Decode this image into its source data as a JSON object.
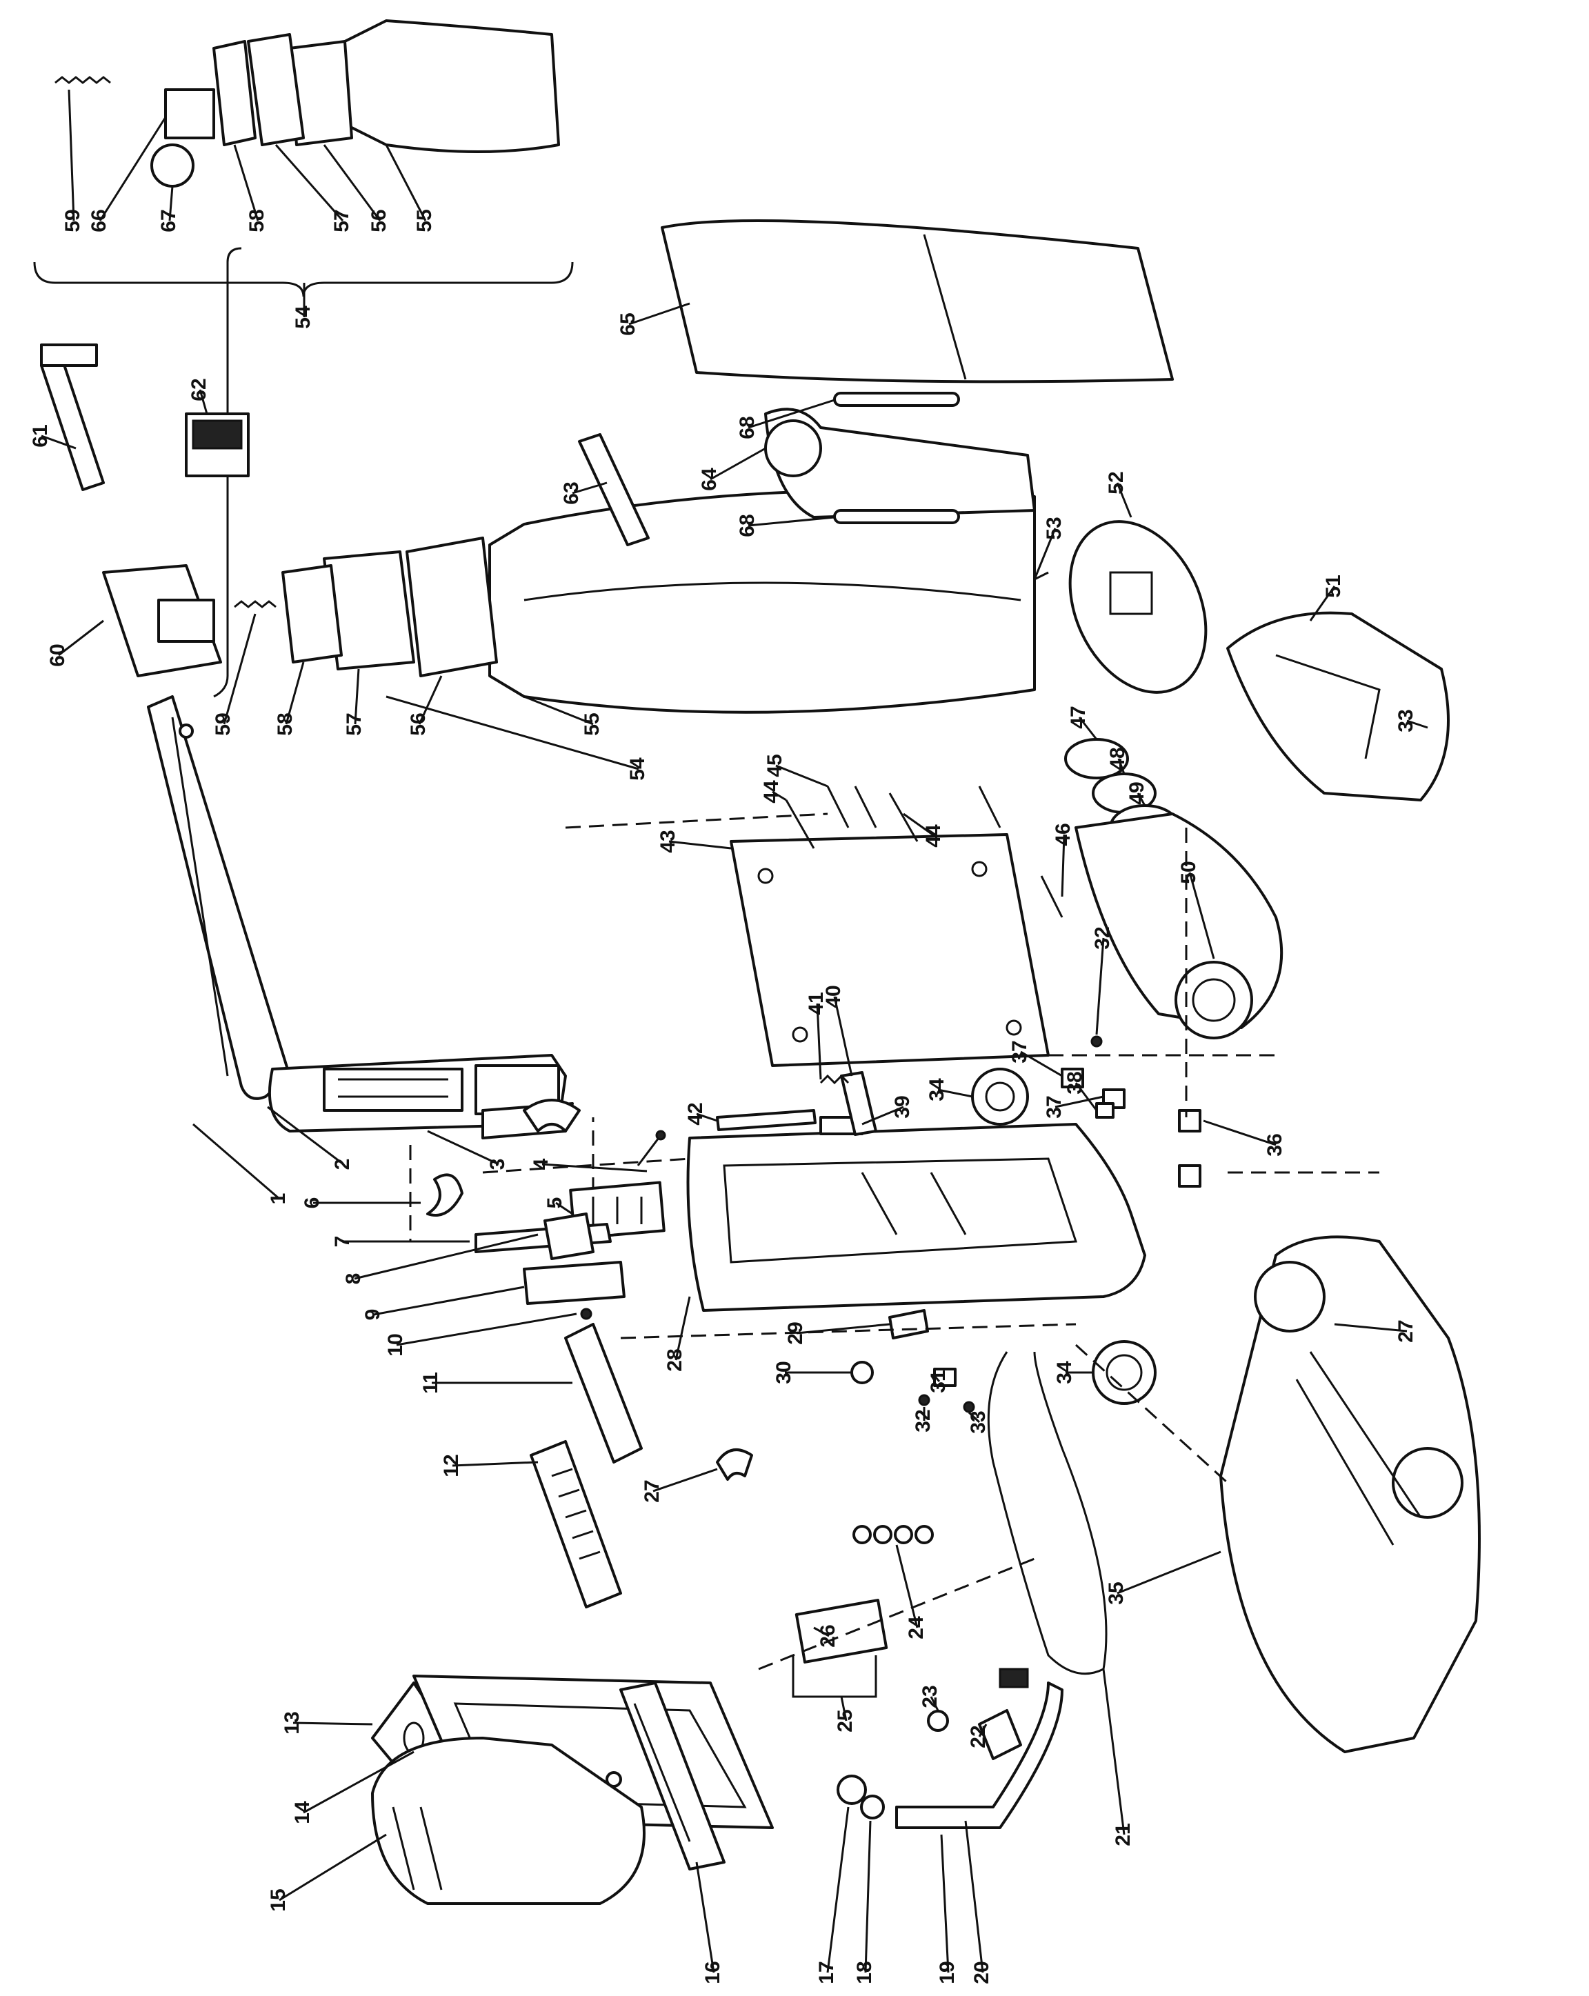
{
  "callouts": [
    {
      "id": "p1",
      "label": "1"
    },
    {
      "id": "p2",
      "label": "2"
    },
    {
      "id": "p3",
      "label": "3"
    },
    {
      "id": "p4",
      "label": "4"
    },
    {
      "id": "p5",
      "label": "5"
    },
    {
      "id": "p6",
      "label": "6"
    },
    {
      "id": "p7",
      "label": "7"
    },
    {
      "id": "p8",
      "label": "8"
    },
    {
      "id": "p9",
      "label": "9"
    },
    {
      "id": "p10",
      "label": "10"
    },
    {
      "id": "p11",
      "label": "11"
    },
    {
      "id": "p12",
      "label": "12"
    },
    {
      "id": "p13",
      "label": "13"
    },
    {
      "id": "p14",
      "label": "14"
    },
    {
      "id": "p15",
      "label": "15"
    },
    {
      "id": "p16",
      "label": "16"
    },
    {
      "id": "p17",
      "label": "17"
    },
    {
      "id": "p18",
      "label": "18"
    },
    {
      "id": "p19",
      "label": "19"
    },
    {
      "id": "p20",
      "label": "20"
    },
    {
      "id": "p21",
      "label": "21"
    },
    {
      "id": "p22",
      "label": "22"
    },
    {
      "id": "p23",
      "label": "23"
    },
    {
      "id": "p24",
      "label": "24"
    },
    {
      "id": "p25",
      "label": "25"
    },
    {
      "id": "p26",
      "label": "26"
    },
    {
      "id": "p27a",
      "label": "27"
    },
    {
      "id": "p27b",
      "label": "27"
    },
    {
      "id": "p28",
      "label": "28"
    },
    {
      "id": "p29",
      "label": "29"
    },
    {
      "id": "p30",
      "label": "30"
    },
    {
      "id": "p31",
      "label": "31"
    },
    {
      "id": "p32a",
      "label": "32"
    },
    {
      "id": "p32b",
      "label": "32"
    },
    {
      "id": "p33a",
      "label": "33"
    },
    {
      "id": "p33b",
      "label": "33"
    },
    {
      "id": "p34a",
      "label": "34"
    },
    {
      "id": "p34b",
      "label": "34"
    },
    {
      "id": "p35",
      "label": "35"
    },
    {
      "id": "p36",
      "label": "36"
    },
    {
      "id": "p37a",
      "label": "37"
    },
    {
      "id": "p37b",
      "label": "37"
    },
    {
      "id": "p38",
      "label": "38"
    },
    {
      "id": "p39",
      "label": "39"
    },
    {
      "id": "p40",
      "label": "40"
    },
    {
      "id": "p41",
      "label": "41"
    },
    {
      "id": "p42",
      "label": "42"
    },
    {
      "id": "p43",
      "label": "43"
    },
    {
      "id": "p44a",
      "label": "44"
    },
    {
      "id": "p44b",
      "label": "44"
    },
    {
      "id": "p45",
      "label": "45"
    },
    {
      "id": "p46",
      "label": "46"
    },
    {
      "id": "p47",
      "label": "47"
    },
    {
      "id": "p48",
      "label": "48"
    },
    {
      "id": "p49",
      "label": "49"
    },
    {
      "id": "p50",
      "label": "50"
    },
    {
      "id": "p51",
      "label": "51"
    },
    {
      "id": "p52",
      "label": "52"
    },
    {
      "id": "p53",
      "label": "53"
    },
    {
      "id": "p54a",
      "label": "54"
    },
    {
      "id": "p54b",
      "label": "54"
    },
    {
      "id": "p55a",
      "label": "55"
    },
    {
      "id": "p55b",
      "label": "55"
    },
    {
      "id": "p56a",
      "label": "56"
    },
    {
      "id": "p56b",
      "label": "56"
    },
    {
      "id": "p57a",
      "label": "57"
    },
    {
      "id": "p57b",
      "label": "57"
    },
    {
      "id": "p58a",
      "label": "58"
    },
    {
      "id": "p58b",
      "label": "58"
    },
    {
      "id": "p59a",
      "label": "59"
    },
    {
      "id": "p59b",
      "label": "59"
    },
    {
      "id": "p60",
      "label": "60"
    },
    {
      "id": "p61",
      "label": "61"
    },
    {
      "id": "p62",
      "label": "62"
    },
    {
      "id": "p63",
      "label": "63"
    },
    {
      "id": "p64",
      "label": "64"
    },
    {
      "id": "p65",
      "label": "65"
    },
    {
      "id": "p66",
      "label": "66"
    },
    {
      "id": "p67",
      "label": "67"
    },
    {
      "id": "p68a",
      "label": "68"
    },
    {
      "id": "p68b",
      "label": "68"
    }
  ]
}
